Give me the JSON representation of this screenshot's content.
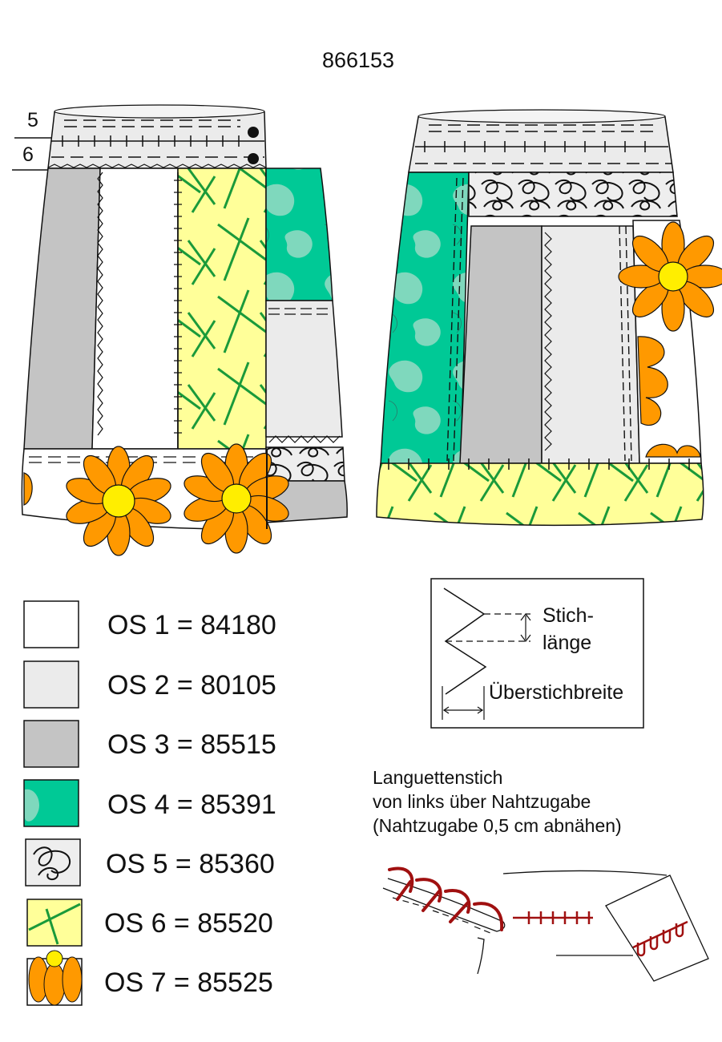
{
  "title": "866153",
  "size_markers": [
    "5",
    "6"
  ],
  "legend": [
    {
      "label": "OS 1 = 84180",
      "swatch": "plain",
      "color": "#ffffff"
    },
    {
      "label": "OS 2 = 80105",
      "swatch": "plain",
      "color": "#ebebeb"
    },
    {
      "label": "OS 3 = 85515",
      "swatch": "plain",
      "color": "#c4c4c4"
    },
    {
      "label": "OS 4 = 85391",
      "swatch": "blob",
      "color": "#00c996"
    },
    {
      "label": "OS 5 = 85360",
      "swatch": "scribble",
      "color": "#eeeeee"
    },
    {
      "label": "OS 6 = 85520",
      "swatch": "lines",
      "color": "#ffff99"
    },
    {
      "label": "OS 7 = 85525",
      "swatch": "flower",
      "color": "#ff9900"
    }
  ],
  "stitch_box": {
    "label_stich": "Stich-",
    "label_laenge": "länge",
    "label_width": "Überstichbreite"
  },
  "instructions": {
    "line1": "Languettenstich",
    "line2": "von links über Nahtzugabe",
    "line3": "(Nahtzugabe 0,5 cm abnähen)"
  },
  "colors": {
    "os1": "#ffffff",
    "os2": "#ebebeb",
    "os3": "#c4c4c4",
    "os4": "#00c996",
    "os4_blob": "#7fd8bd",
    "os6": "#ffff99",
    "os6_line": "#1a9a3a",
    "os7": "#ff9900",
    "flower_center": "#ffee00",
    "stitch_red": "#a01010",
    "outline": "#111111"
  }
}
